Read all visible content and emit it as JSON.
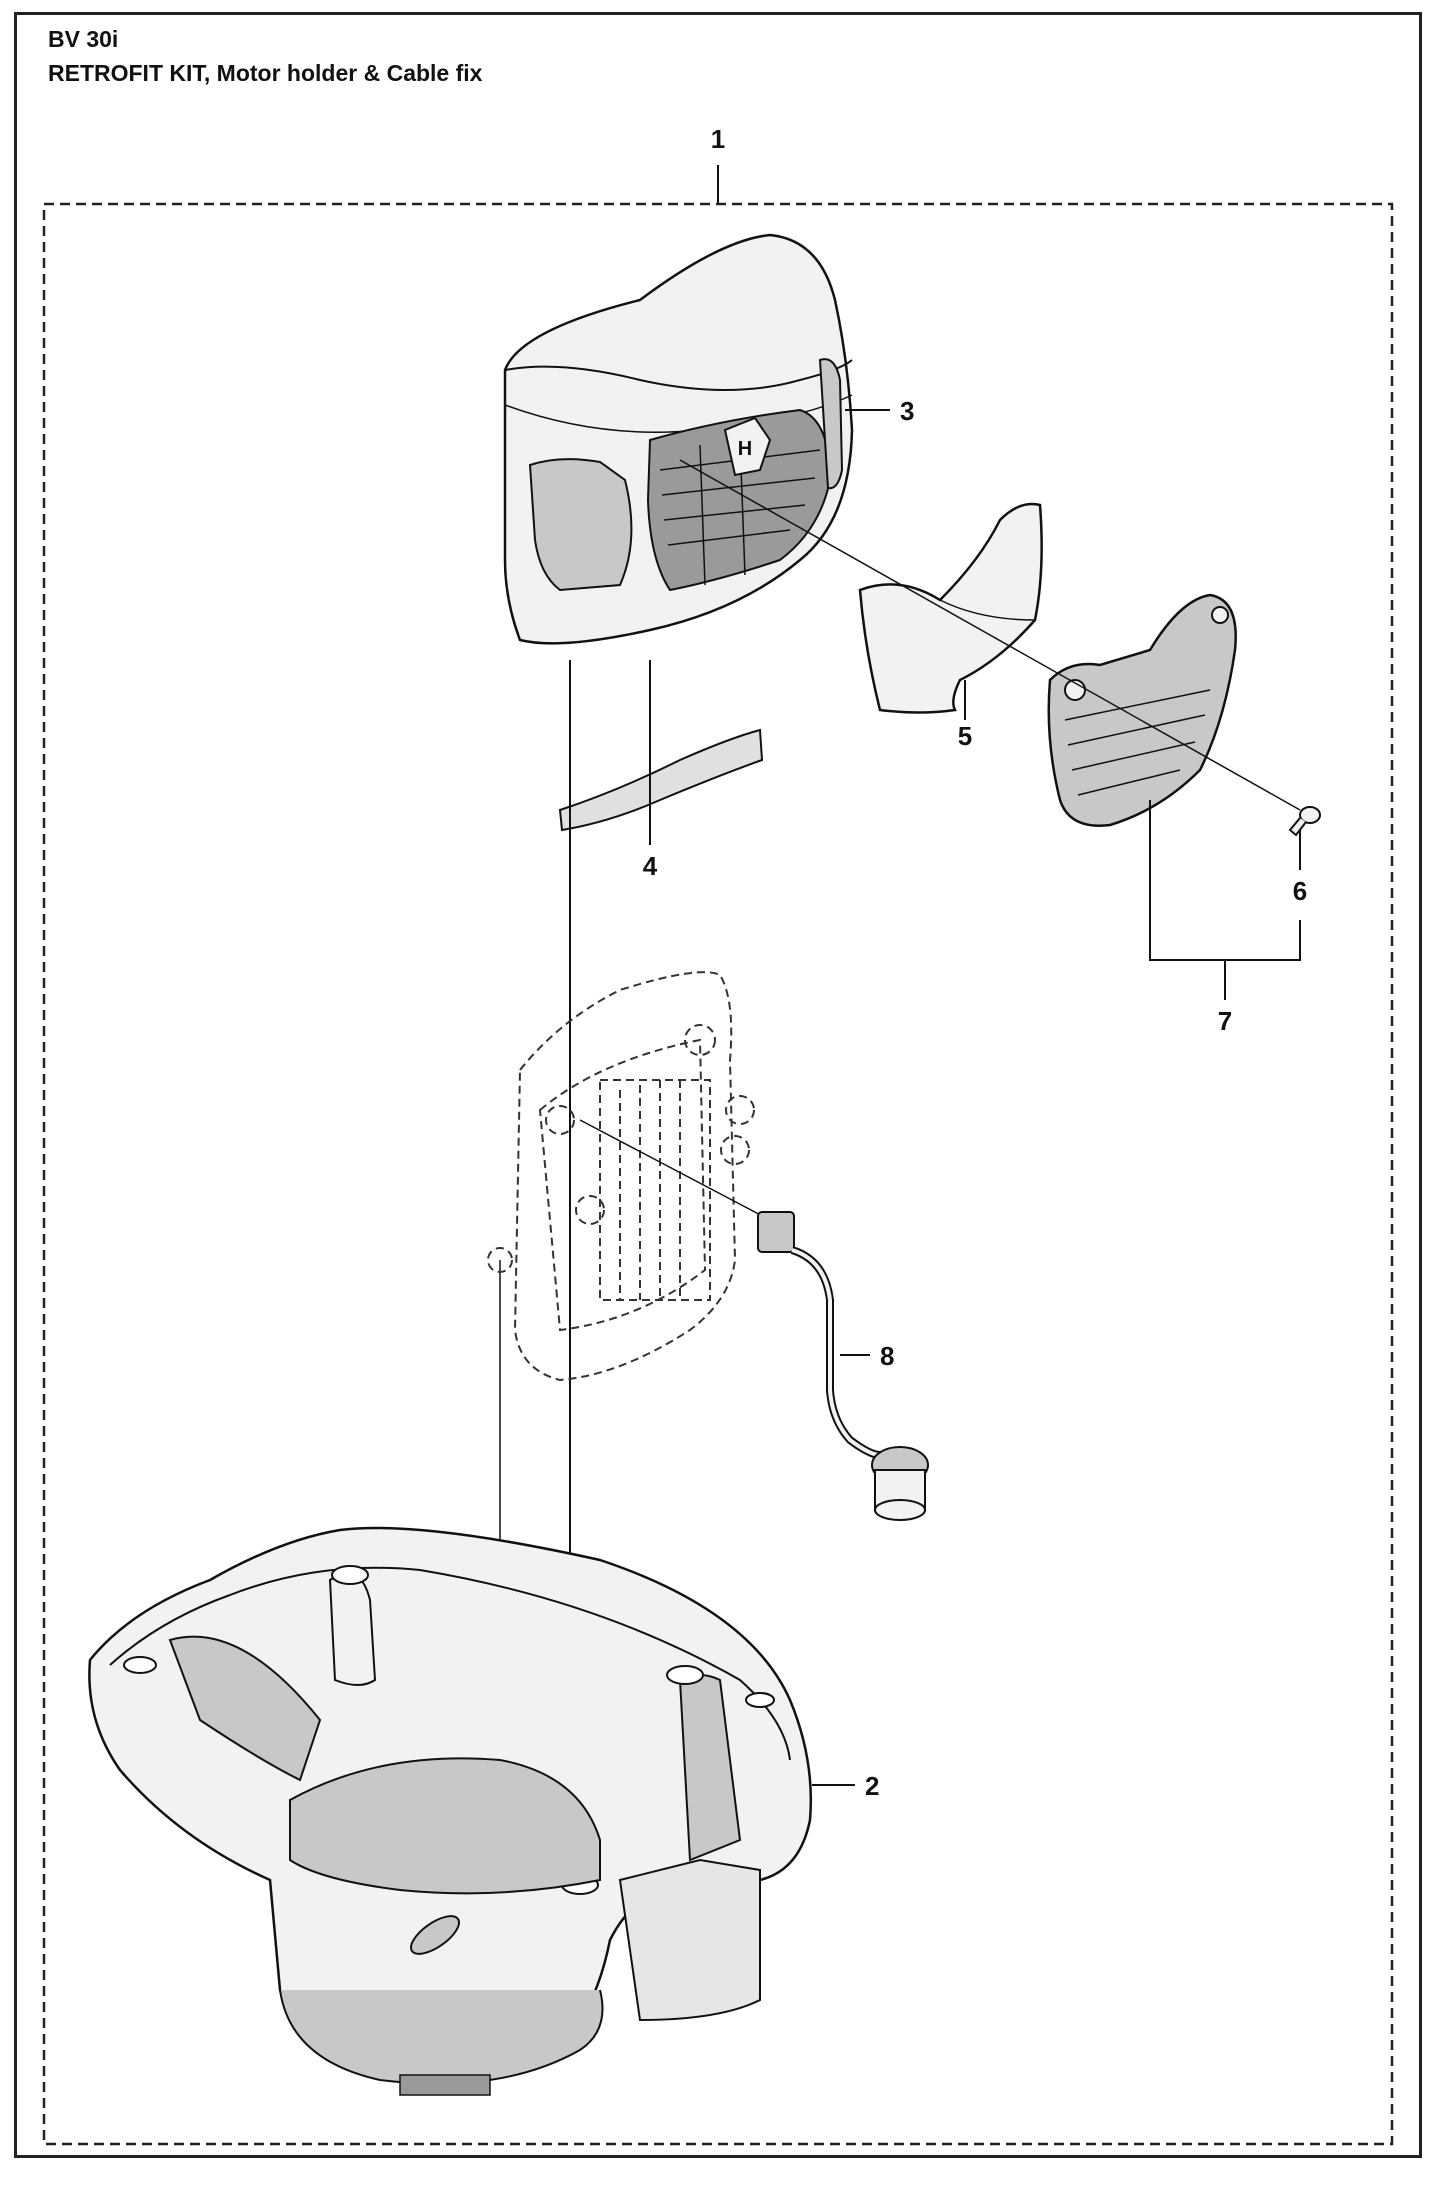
{
  "header": {
    "model": "BV 30i",
    "title": "RETROFIT KIT, Motor holder & Cable fix"
  },
  "callouts": [
    "1",
    "2",
    "3",
    "4",
    "5",
    "6",
    "7",
    "8"
  ],
  "colors": {
    "line": "#111111",
    "part_fill": "#f2f2f2",
    "part_shade": "#c8c8c8",
    "dark_shade": "#9a9a9a"
  }
}
